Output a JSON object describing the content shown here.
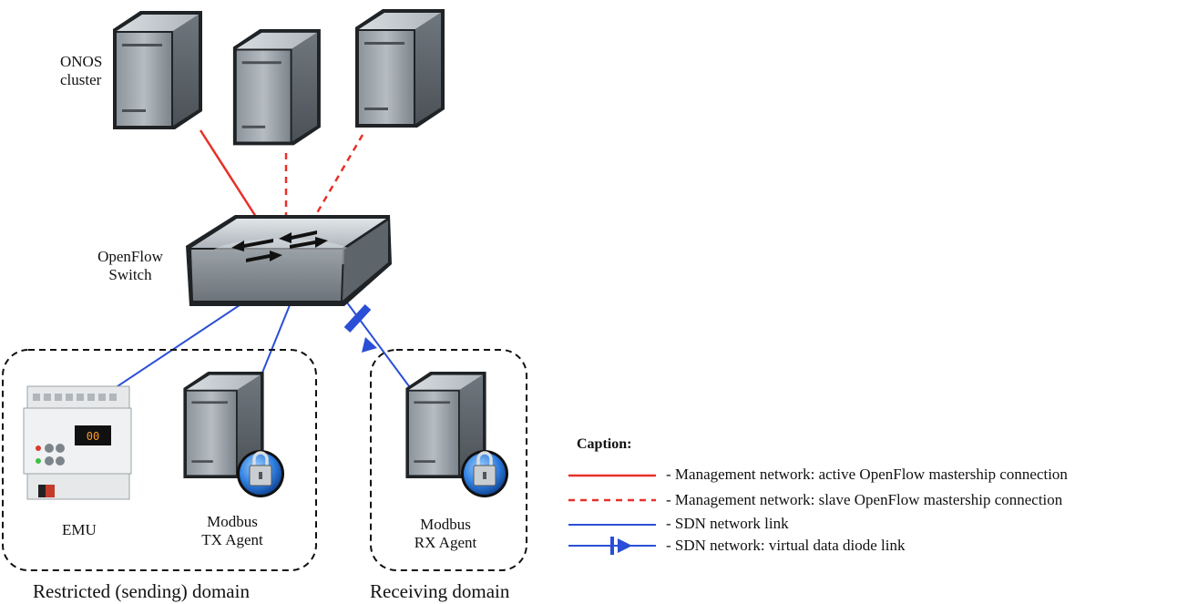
{
  "nodes": {
    "onos_cluster": "ONOS\ncluster",
    "openflow_switch": "OpenFlow\nSwitch",
    "emu": "EMU",
    "tx_agent": "Modbus\nTX Agent",
    "rx_agent": "Modbus\nRX Agent"
  },
  "domains": {
    "restricted": "Restricted (sending) domain",
    "receiving": "Receiving domain"
  },
  "legend": {
    "title": "Caption:",
    "items": [
      {
        "text": "- Management network: active OpenFlow mastership connection",
        "color": "#e8302a",
        "style": "solid"
      },
      {
        "text": "- Management network: slave OpenFlow mastership connection",
        "color": "#e8302a",
        "style": "dashed"
      },
      {
        "text": "- SDN network link",
        "color": "#2a4fd6",
        "style": "solid"
      },
      {
        "text": "- SDN network: virtual data diode link",
        "color": "#2a4fd6",
        "style": "diode"
      }
    ]
  },
  "colors": {
    "management": "#e8302a",
    "sdn": "#2a4fd6"
  }
}
